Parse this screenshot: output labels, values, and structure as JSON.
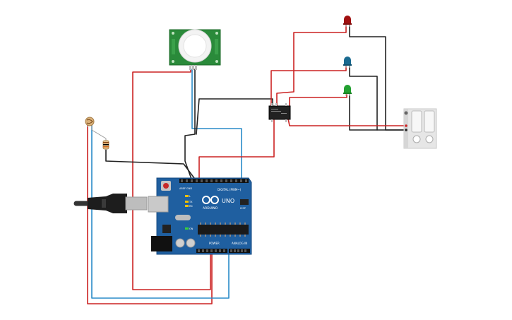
{
  "colors": {
    "wire_red": "#cc2222",
    "wire_blue": "#2a8cc8",
    "wire_black": "#222222",
    "arduino_board": "#1f5fa0",
    "pir_board": "#2a8a3a",
    "led_red": "#a01010",
    "led_blue": "#1a6a90",
    "led_green": "#22a030",
    "relay_body": "#222222",
    "lamp_panel": "#e6e6e6"
  },
  "arduino": {
    "logo": "∞",
    "brand": "ARDUINO",
    "model": "UNO",
    "section_digital": "DIGITAL (PWM~)",
    "section_power": "POWER",
    "section_analog": "ANALOG IN",
    "icsp": "ICSP",
    "label_aref": "AREF",
    "label_gnd": "GND",
    "label_tx": "TX",
    "label_rx": "RX",
    "label_l": "L",
    "label_on": "ON"
  },
  "icons": {
    "usb_cable": "usb-cable-icon",
    "pir_sensor": "pir-sensor-icon",
    "photoresistor": "photoresistor-icon",
    "resistor": "resistor-icon",
    "relay": "relay-icon",
    "lamp": "lamp-icon"
  }
}
